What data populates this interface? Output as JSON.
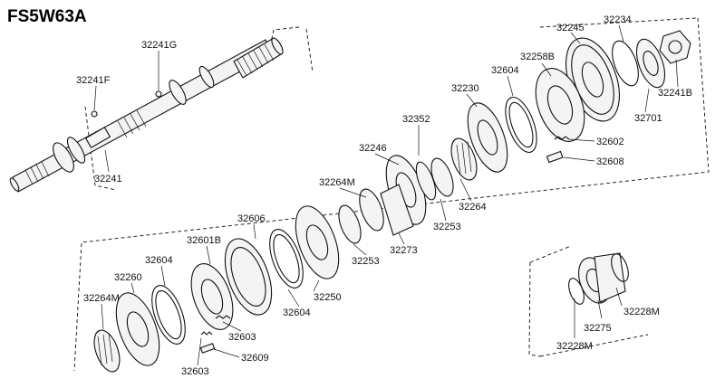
{
  "title": "FS5W63A",
  "parts": [
    {
      "id": "p32241G",
      "label": "32241G"
    },
    {
      "id": "p32241F",
      "label": "32241F"
    },
    {
      "id": "p32241",
      "label": "32241"
    },
    {
      "id": "p32245",
      "label": "32245"
    },
    {
      "id": "p32234",
      "label": "32234"
    },
    {
      "id": "p32258B",
      "label": "32258B"
    },
    {
      "id": "p32604a",
      "label": "32604"
    },
    {
      "id": "p32230",
      "label": "32230"
    },
    {
      "id": "p32241B",
      "label": "32241B"
    },
    {
      "id": "p32701",
      "label": "32701"
    },
    {
      "id": "p32352",
      "label": "32352"
    },
    {
      "id": "p32602",
      "label": "32602"
    },
    {
      "id": "p32608",
      "label": "32608"
    },
    {
      "id": "p32246",
      "label": "32246"
    },
    {
      "id": "p32264Ma",
      "label": "32264M"
    },
    {
      "id": "p32264",
      "label": "32264"
    },
    {
      "id": "p32253a",
      "label": "32253"
    },
    {
      "id": "p32606",
      "label": "32606"
    },
    {
      "id": "p32601B",
      "label": "32601B"
    },
    {
      "id": "p32273",
      "label": "32273"
    },
    {
      "id": "p32253b",
      "label": "32253"
    },
    {
      "id": "p32604b",
      "label": "32604"
    },
    {
      "id": "p32260",
      "label": "32260"
    },
    {
      "id": "p32250",
      "label": "32250"
    },
    {
      "id": "p32604c",
      "label": "32604"
    },
    {
      "id": "p32264Mb",
      "label": "32264M"
    },
    {
      "id": "p32603a",
      "label": "32603"
    },
    {
      "id": "p32603b",
      "label": "32603"
    },
    {
      "id": "p32609",
      "label": "32609"
    },
    {
      "id": "p32228Ma",
      "label": "32228M"
    },
    {
      "id": "p32275",
      "label": "32275"
    },
    {
      "id": "p32228Mb",
      "label": "32228M"
    }
  ]
}
